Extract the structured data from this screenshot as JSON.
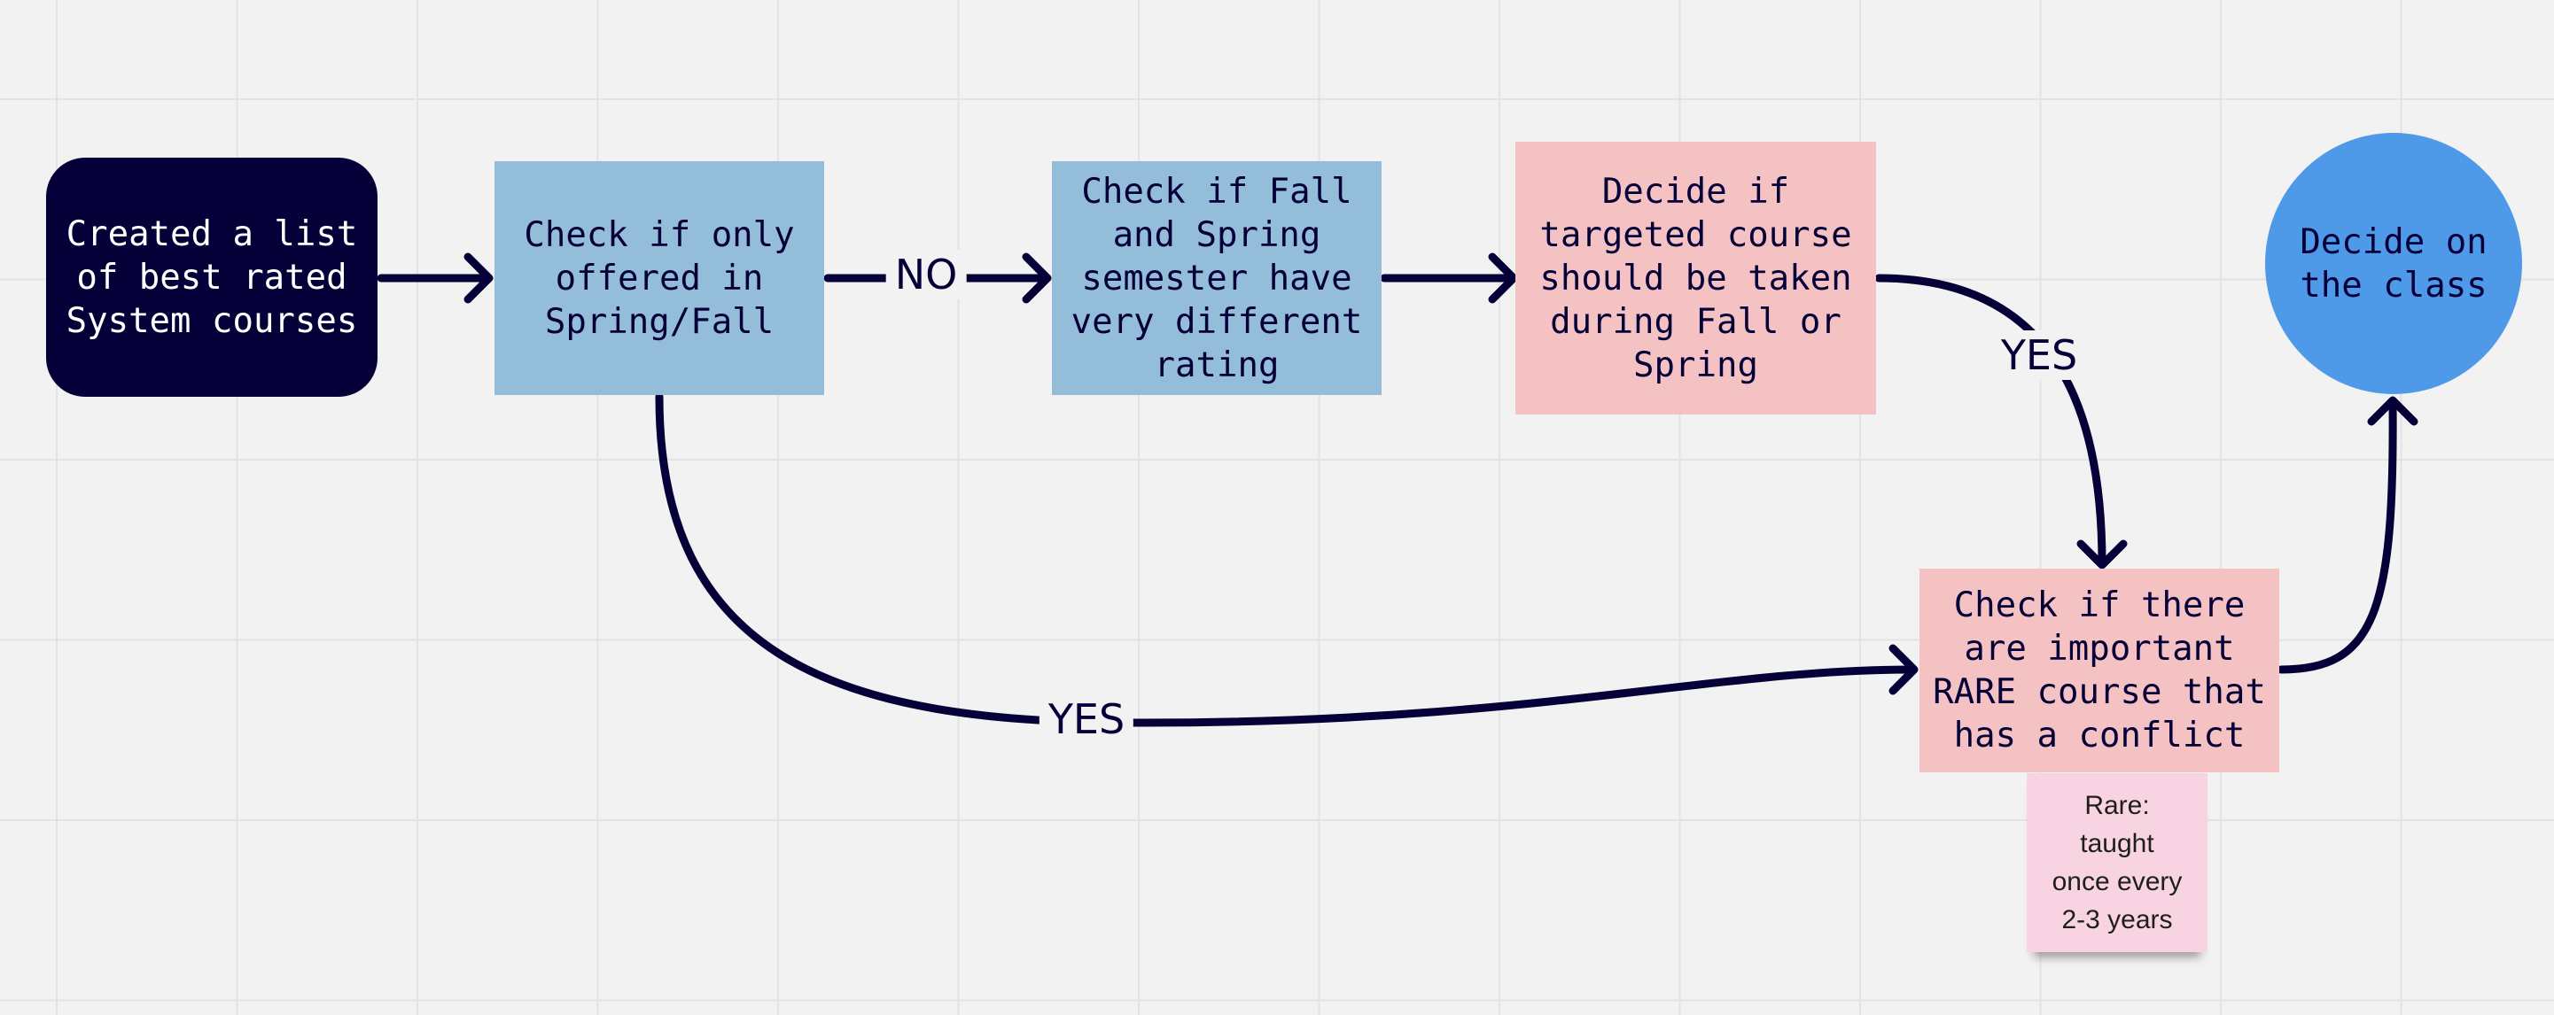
{
  "diagram": {
    "nodes": {
      "start": {
        "label": "Created a list\nof best rated\nSystem courses"
      },
      "check_offered": {
        "label": "Check if only\noffered in\nSpring/Fall"
      },
      "check_rating": {
        "label": "Check if Fall\nand Spring\nsemester have\nvery different\nrating"
      },
      "decide_semester": {
        "label": "Decide if\ntargeted course\nshould be taken\nduring Fall or\nSpring"
      },
      "decide_class": {
        "label": "Decide on\nthe class"
      },
      "check_rare": {
        "label": "Check if there\nare important\nRARE course that\nhas a conflict"
      }
    },
    "edge_labels": {
      "no": "NO",
      "yes_semester": "YES",
      "yes_offered": "YES"
    },
    "sticky_note": {
      "text": "Rare:\ntaught\nonce every\n2-3 years"
    }
  },
  "colors": {
    "background": "#f2f2f2",
    "grid": "#e3e3e3",
    "connector": "#050038",
    "dark_node": "#050038",
    "blue_node": "#93bdd9",
    "pink_node": "#f5c2c3",
    "circle_node": "#4f9ae8",
    "sticky": "#f8d3e1"
  }
}
